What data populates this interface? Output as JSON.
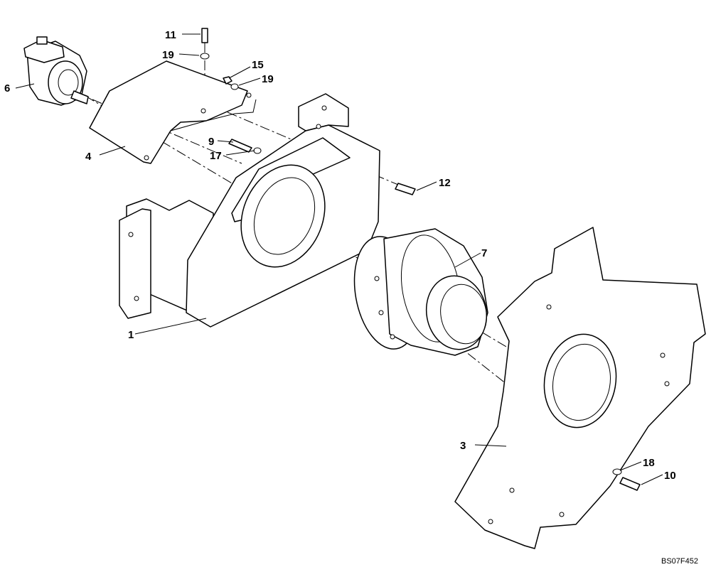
{
  "diagram": {
    "reference_code": "BS07F452",
    "callouts": [
      "1",
      "3",
      "4",
      "6",
      "7",
      "9",
      "10",
      "11",
      "12",
      "15",
      "17",
      "18",
      "19",
      "19"
    ]
  }
}
